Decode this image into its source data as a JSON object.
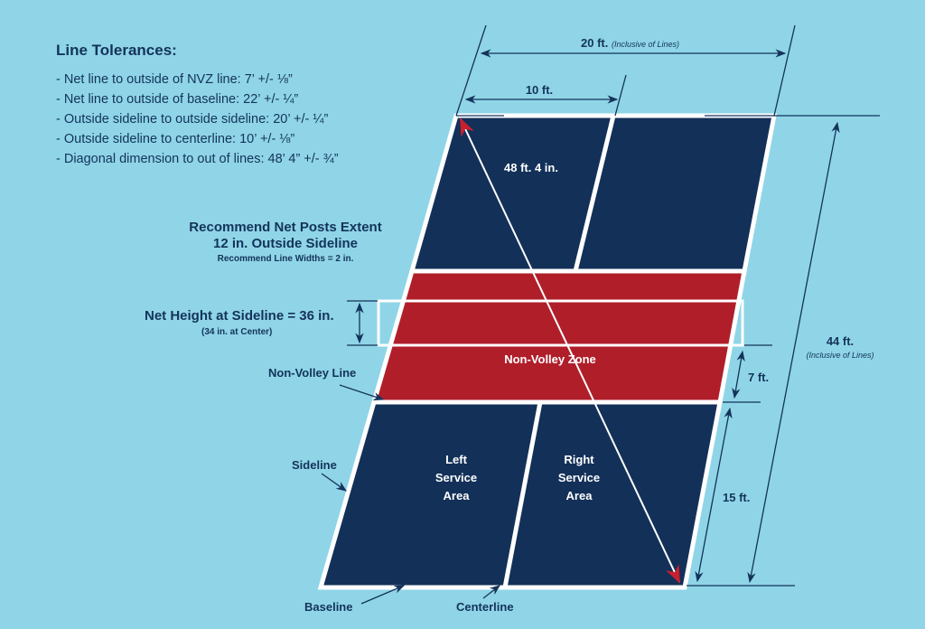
{
  "colors": {
    "background": "#8fd5e7",
    "court": "#133058",
    "kitchen": "#b01e2a",
    "lines": "#ffffff",
    "dimension": "#14335a",
    "arrow_tip": "#c8202e"
  },
  "tolerances": {
    "title": "Line Tolerances:",
    "items": [
      "- Net line to outside of NVZ line: 7’ +/- ⅛”",
      "- Net line to outside of baseline: 22’ +/- ¼”",
      "- Outside sideline to outside sideline: 20’ +/- ¼”",
      "- Outside sideline to centerline: 10’ +/- ⅛”",
      "- Diagonal dimension to out of lines: 48’ 4” +/- ¾”"
    ]
  },
  "net_posts": {
    "line1": "Recommend Net Posts Extent",
    "line2": "12 in. Outside Sideline",
    "line3": "Recommend Line Widths = 2 in."
  },
  "net_height": {
    "main": "Net Height at Sideline = 36 in.",
    "sub": "(34 in. at Center)"
  },
  "dimensions": {
    "width": "20 ft.",
    "width_note": "(Inclusive of Lines)",
    "half_width": "10 ft.",
    "length": "44 ft.",
    "length_note": "(Inclusive of Lines)",
    "nvz": "7 ft.",
    "service": "15 ft.",
    "diagonal": "48 ft. 4 in."
  },
  "court_labels": {
    "nvz": "Non-Volley Zone",
    "left_service": [
      "Left",
      "Service",
      "Area"
    ],
    "right_service": [
      "Right",
      "Service",
      "Area"
    ]
  },
  "callouts": {
    "non_volley_line": "Non-Volley Line",
    "sideline": "Sideline",
    "baseline": "Baseline",
    "centerline": "Centerline"
  }
}
